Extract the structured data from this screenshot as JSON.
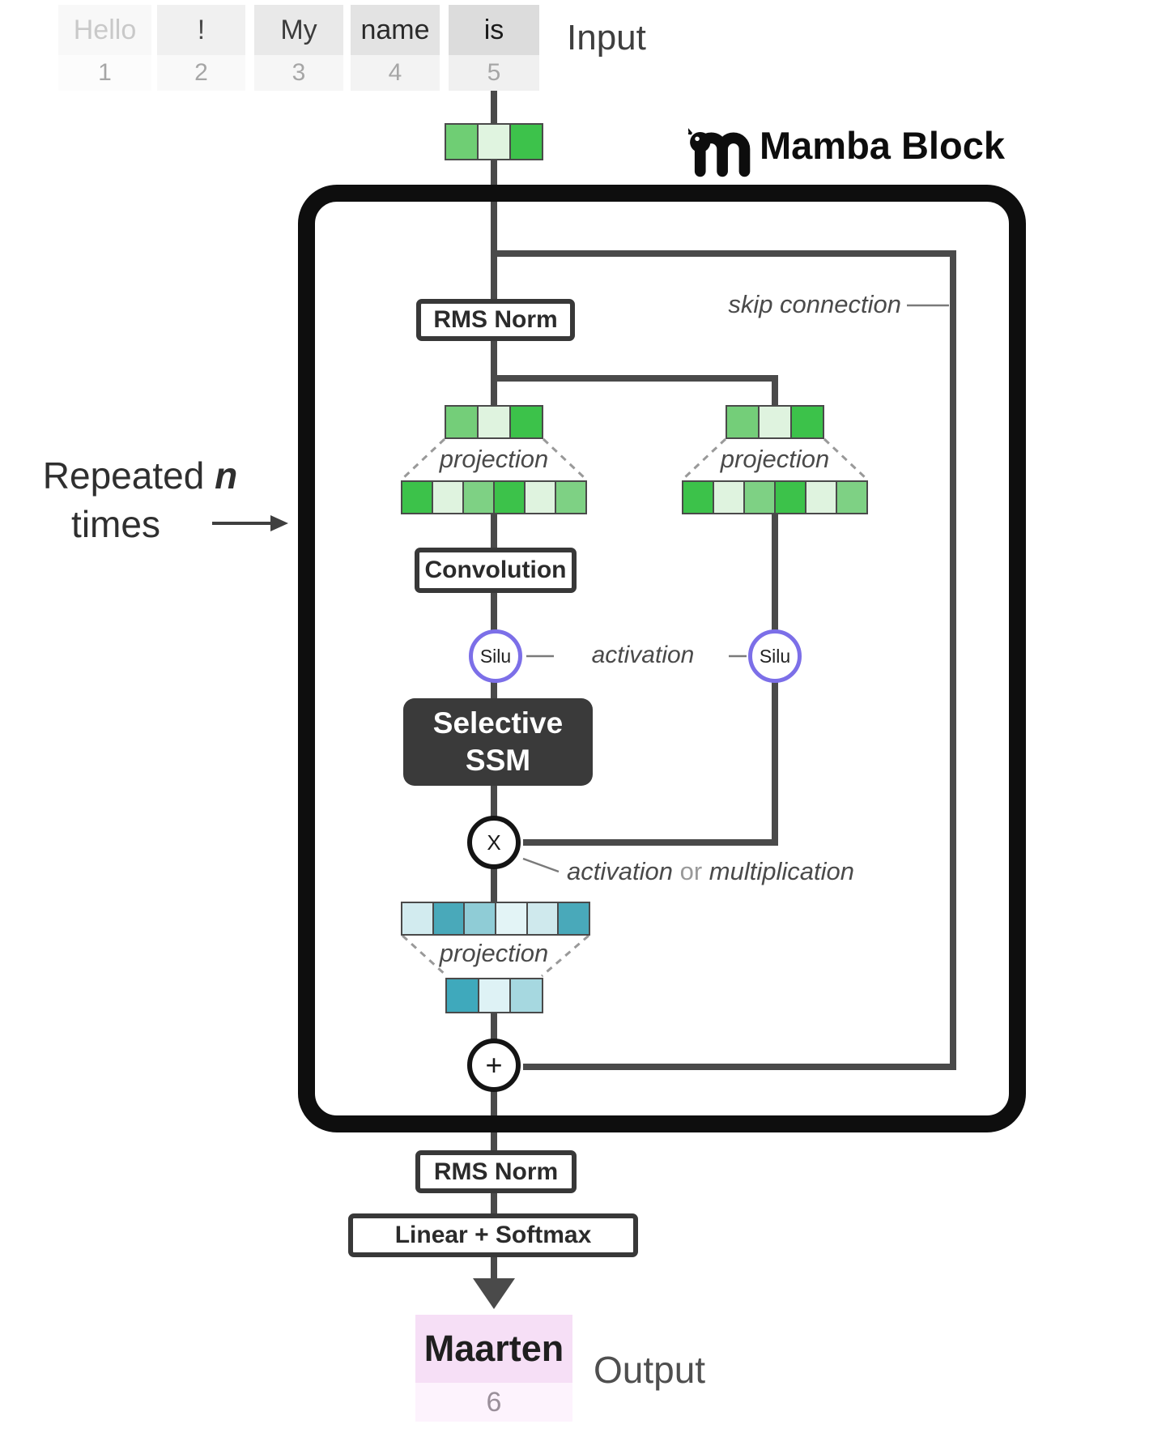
{
  "input": {
    "label": "Input",
    "tokens": [
      {
        "text": "Hello",
        "num": "1",
        "word_bg": "#f8f8f8",
        "word_color": "#c9c9c9",
        "num_bg": "#fcfcfc"
      },
      {
        "text": "!",
        "num": "2",
        "word_bg": "#f0f0f0",
        "word_color": "#4a4a4a",
        "num_bg": "#f9f9f9"
      },
      {
        "text": "My",
        "num": "3",
        "word_bg": "#e9e9e9",
        "word_color": "#3c3c3c",
        "num_bg": "#f6f6f6"
      },
      {
        "text": "name",
        "num": "4",
        "word_bg": "#e3e3e3",
        "word_color": "#2a2a2a",
        "num_bg": "#f3f3f3"
      },
      {
        "text": "is",
        "num": "5",
        "word_bg": "#dcdcdc",
        "word_color": "#1b1b1b",
        "num_bg": "#f0f0f0"
      }
    ],
    "num_color": "#a6a6a6"
  },
  "block": {
    "title": "Mamba Block",
    "icon": "mamba-snake-icon"
  },
  "nodes": {
    "rms_norm_top": "RMS Norm",
    "convolution": "Convolution",
    "silu_left": "Silu",
    "silu_right": "Silu",
    "ssm_line1": "Selective",
    "ssm_line2": "SSM",
    "multiply": "X",
    "add": "+",
    "rms_norm_bottom": "RMS Norm",
    "linear_softmax": "Linear + Softmax"
  },
  "labels": {
    "skip_connection": "skip connection",
    "projection_left": "projection",
    "projection_right": "projection",
    "projection_out": "projection",
    "activation": "activation",
    "act_mult_a": "activation",
    "act_mult_or": " or ",
    "act_mult_b": "multiplication",
    "repeated_line1_a": "Repeated ",
    "repeated_line1_n": "n",
    "repeated_line2": "times"
  },
  "vectors": {
    "input_embedding": [
      "#6fce74",
      "#e0f4e0",
      "#3dc24b"
    ],
    "left_proj_small": [
      "#74ce79",
      "#dff3df",
      "#3cc24a"
    ],
    "right_proj_small": [
      "#74ce79",
      "#dff3df",
      "#3cc24a"
    ],
    "left_proj_wide": [
      "#3cc24a",
      "#dff3df",
      "#7ed184",
      "#3cc24a",
      "#dff3df",
      "#7ed184"
    ],
    "right_proj_wide": [
      "#3cc24a",
      "#dff3df",
      "#7ed184",
      "#3cc24a",
      "#dff3df",
      "#7ed184"
    ],
    "out_proj_wide": [
      "#d2ebef",
      "#49a9ba",
      "#8fccd6",
      "#e3f4f6",
      "#cfe9ed",
      "#49a9ba"
    ],
    "out_proj_small": [
      "#3fa9bc",
      "#def2f5",
      "#a6d8e0"
    ]
  },
  "output": {
    "label": "Output",
    "token": {
      "text": "Maarten",
      "num": "6",
      "word_bg": "#f6dff6",
      "word_color": "#1f1f1f",
      "num_bg": "#fdf3fd",
      "num_color": "#9a8f9a"
    }
  },
  "colors": {
    "wire": "#4a4a4a",
    "thin_line": "#7a7a7a",
    "dashed": "#999999",
    "block_border": "#0e0e0e",
    "silu_border": "#7c6fe8",
    "ssm_bg": "#3a3a3a"
  }
}
